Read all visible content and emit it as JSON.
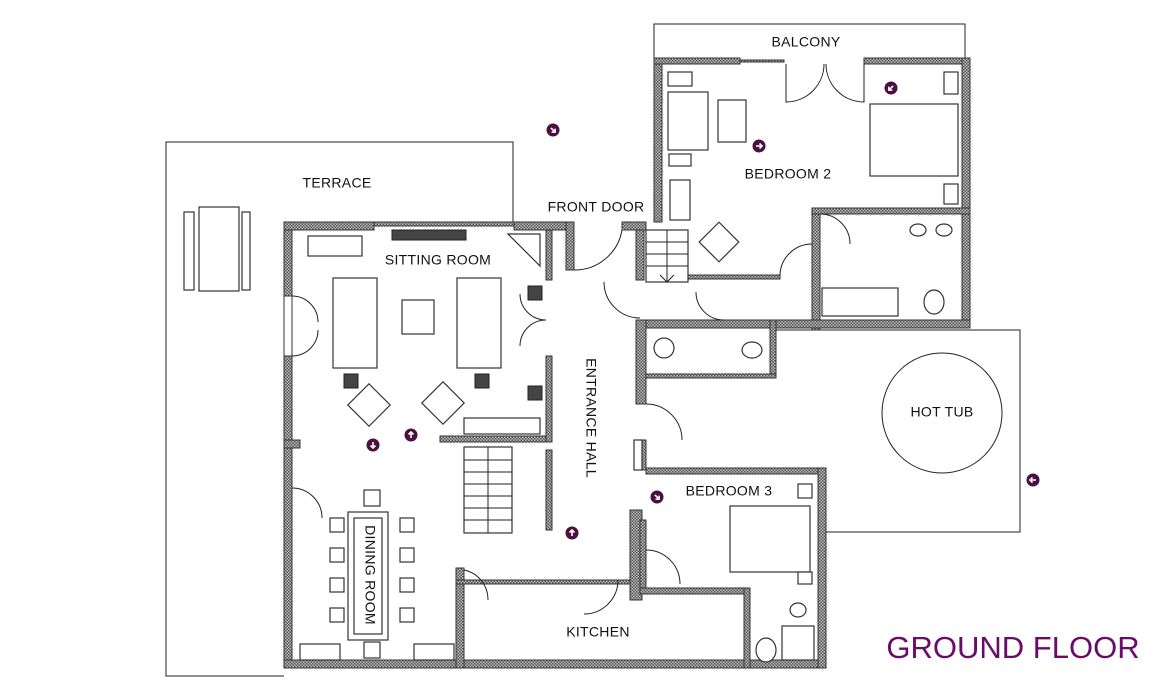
{
  "plan": {
    "title": "GROUND FLOOR",
    "rooms": {
      "terrace": "TERRACE",
      "sitting_room": "SITTING ROOM",
      "front_door": "FRONT DOOR",
      "balcony": "BALCONY",
      "bedroom2": "BEDROOM 2",
      "entrance_hall": "ENTRANCE HALL",
      "hot_tub": "HOT TUB",
      "bedroom3": "BEDROOM 3",
      "dining_room": "DINING ROOM",
      "kitchen": "KITCHEN"
    },
    "colors": {
      "accent": "#6a0a6a",
      "marker": "#4a1040"
    },
    "marker_icon": "arrow-circle-icon"
  }
}
